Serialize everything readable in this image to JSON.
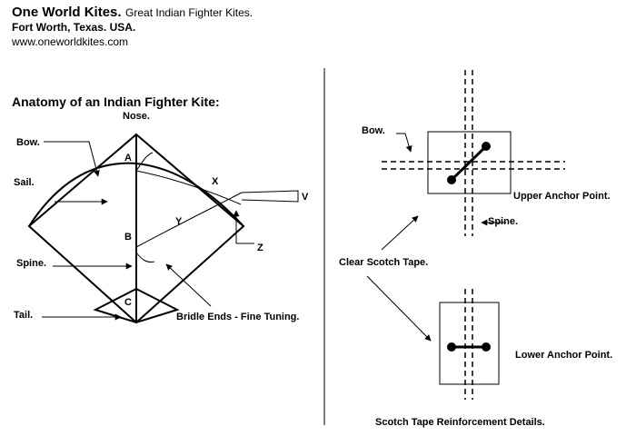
{
  "header": {
    "brand": "One World Kites.",
    "tagline": "Great Indian Fighter Kites.",
    "location": "Fort Worth, Texas. USA.",
    "website": "www.oneworldkites.com"
  },
  "left_panel": {
    "title": "Anatomy of an Indian Fighter Kite:",
    "labels": {
      "nose": "Nose.",
      "bow": "Bow.",
      "sail": "Sail.",
      "spine": "Spine.",
      "tail": "Tail.",
      "a": "A",
      "b": "B",
      "c": "C",
      "x": "X",
      "y": "Y",
      "z": "Z",
      "v": "V",
      "bridle": "Bridle Ends - Fine Tuning."
    }
  },
  "right_panel": {
    "bow": "Bow.",
    "upper_anchor": "Upper Anchor Point.",
    "spine": "Spine.",
    "tape": "Clear Scotch Tape.",
    "lower_anchor": "Lower Anchor Point.",
    "caption": "Scotch Tape Reinforcement Details."
  }
}
